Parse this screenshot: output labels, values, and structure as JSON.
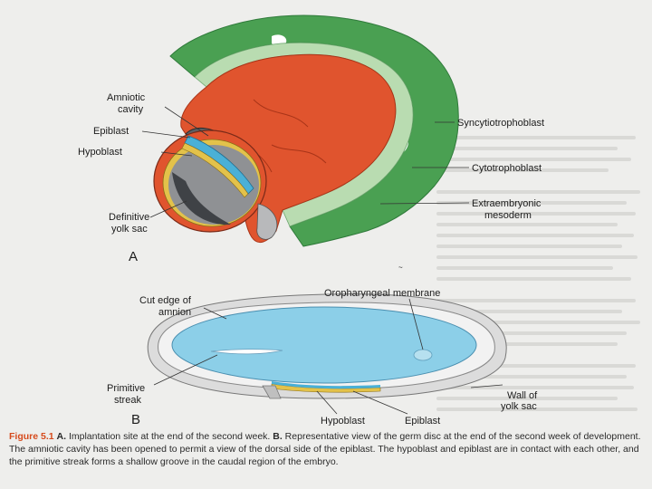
{
  "figure": {
    "panel_a_letter": "A",
    "panel_b_letter": "B",
    "labels_a": {
      "amniotic_cavity_1": "Amniotic",
      "amniotic_cavity_2": "cavity",
      "epiblast": "Epiblast",
      "hypoblast": "Hypoblast",
      "definitive_yolk_sac_1": "Definitive",
      "definitive_yolk_sac_2": "yolk sac",
      "syncytiotrophoblast": "Syncytiotrophoblast",
      "cytotrophoblast": "Cytotrophoblast",
      "extraembryonic_1": "Extraembryonic",
      "extraembryonic_2": "mesoderm"
    },
    "labels_b": {
      "cut_edge_1": "Cut edge of",
      "cut_edge_2": "amnion",
      "oropharyngeal": "Oropharyngeal membrane",
      "primitive_streak_1": "Primitive",
      "primitive_streak_2": "streak",
      "wall_1": "Wall of",
      "wall_2": "yolk sac",
      "hypoblast": "Hypoblast",
      "epiblast": "Epiblast"
    },
    "colors": {
      "syncytio": "#4aa052",
      "cyto": "#b9dcb1",
      "mesoderm": "#e0542e",
      "epiblast": "#4ab0d6",
      "disc_blue": "#8ccfe8",
      "cavity_grey": "#8f9194"
    }
  },
  "caption": {
    "fig_num": "Figure 5.1",
    "a_label": "A.",
    "a_text": " Implantation site at the end of the second week. ",
    "b_label": "B.",
    "b_text": " Representative view of the germ disc at the end of the second week of development. The amniotic cavity has been opened to permit a view of the dorsal side of the epiblast. The hypoblast and epiblast are in contact with each other, and the primitive streak forms a shallow groove in the caudal region of the embryo."
  }
}
